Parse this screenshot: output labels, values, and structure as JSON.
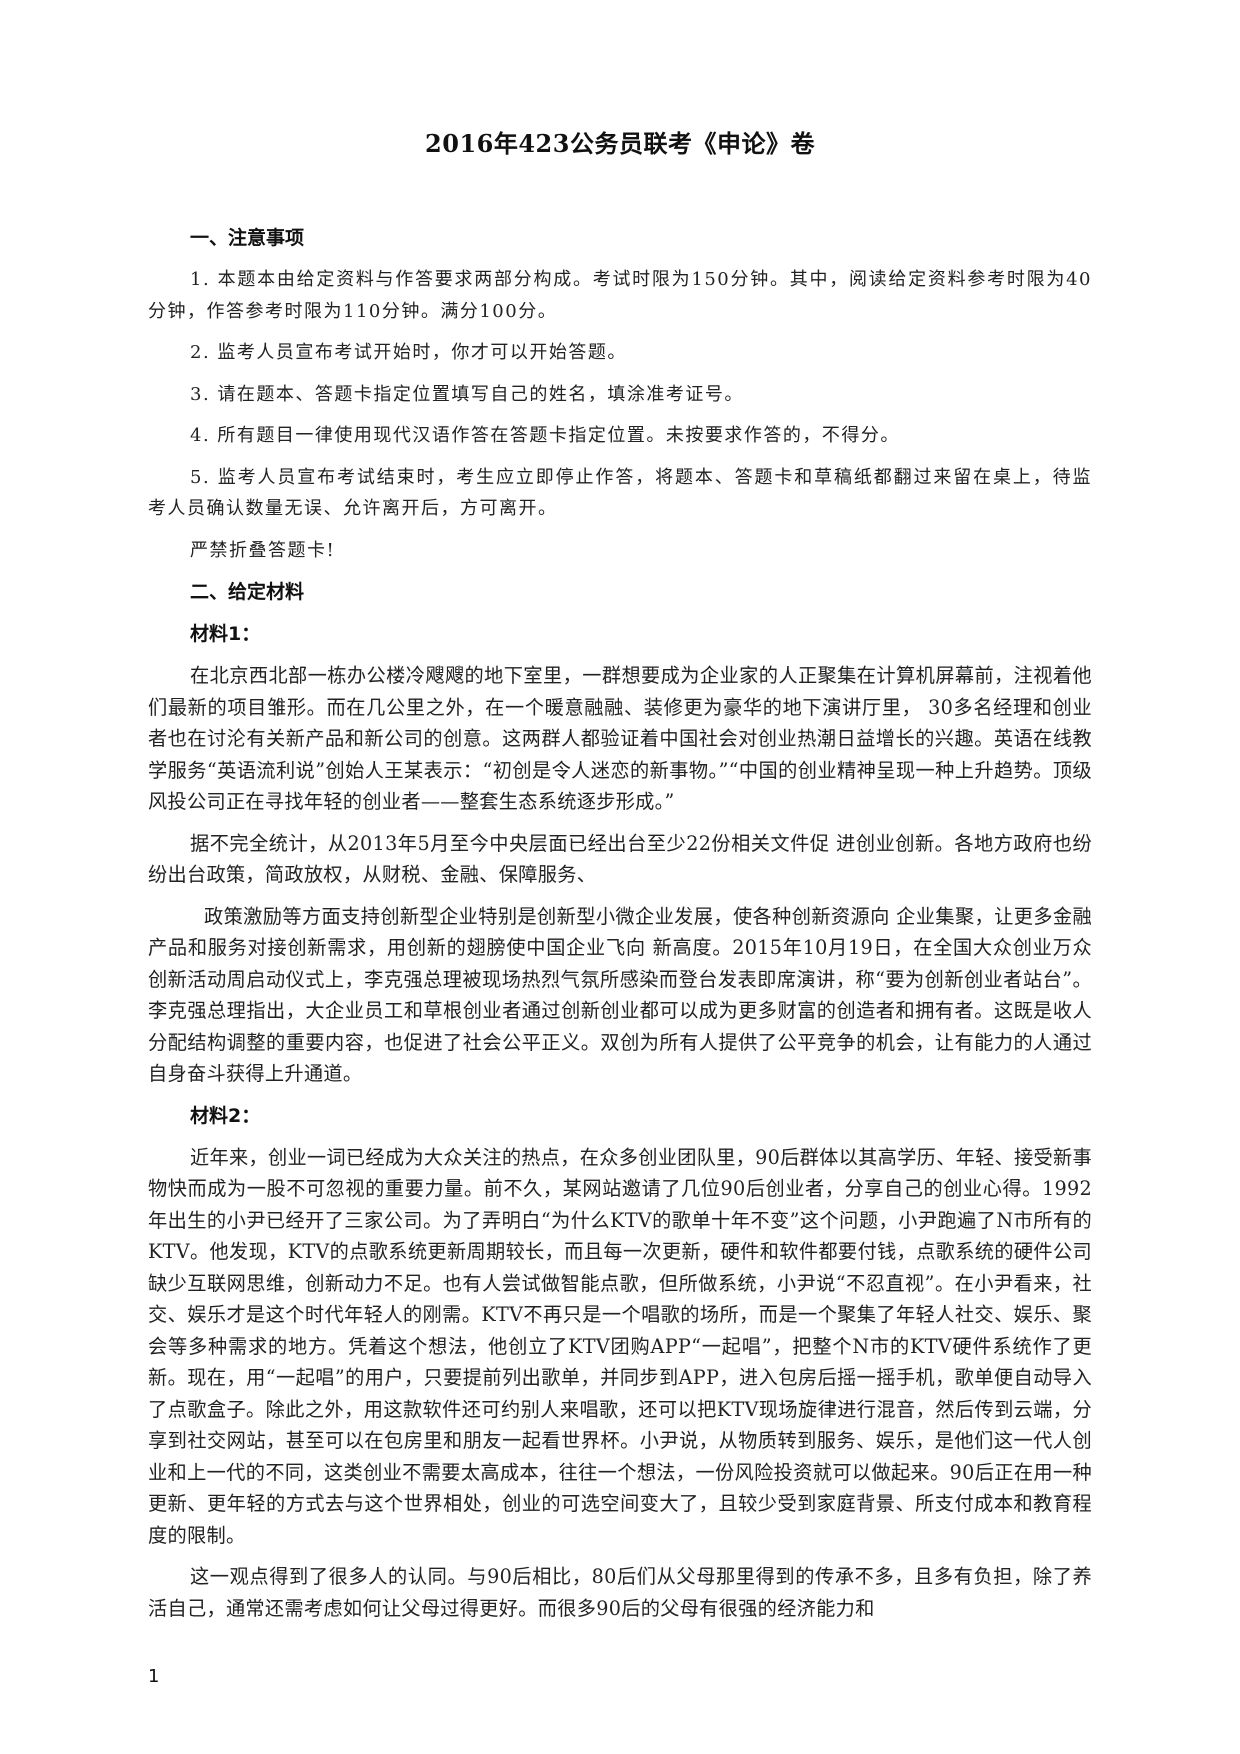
{
  "document": {
    "title": "2016年423公务员联考《申论》卷",
    "page_number": "1"
  },
  "section1": {
    "heading": "一、注意事项",
    "items": [
      "1. 本题本由给定资料与作答要求两部分构成。考试时限为150分钟。其中，阅读给定资料参考时限为40分钟，作答参考时限为110分钟。满分100分。",
      "2. 监考人员宣布考试开始时，你才可以开始答题。",
      "3. 请在题本、答题卡指定位置填写自己的姓名，填涂准考证号。",
      "4. 所有题目一律使用现代汉语作答在答题卡指定位置。未按要求作答的，不得分。",
      "5. 监考人员宣布考试结束时，考生应立即停止作答，将题本、答题卡和草稿纸都翻过来留在桌上，待监考人员确认数量无误、允许离开后，方可离开。",
      "严禁折叠答题卡!"
    ]
  },
  "section2": {
    "heading": "二、给定材料",
    "material1": {
      "heading": "材料1：",
      "paragraphs": [
        "在北京西北部一栋办公楼冷飕飕的地下室里，一群想要成为企业家的人正聚集在计算机屏幕前，注视着他们最新的项目雏形。而在几公里之外，在一个暖意融融、装修更为豪华的地下演讲厅里， 30多名经理和创业者也在讨沦有关新产品和新公司的创意。这两群人都验证着中国社会对创业热潮日益增长的兴趣。英语在线教学服务“英语流利说”创始人王某表示：“初创是令人迷恋的新事物。”“中国的创业精神呈现一种上升趋势。顶级风投公司正在寻找年轻的创业者——整套生态系统逐步形成。”",
        "据不完全统计，从2013年5月至今中央层面已经出台至少22份相关文件促 进创业创新。各地方政府也纷纷出台政策，简政放权，从财税、金融、保障服务、",
        "政策激励等方面支持创新型企业特别是创新型小微企业发展，使各种创新资源向 企业集聚，让更多金融产品和服务对接创新需求，用创新的翅膀使中国企业飞向 新高度。2015年10月19日，在全国大众创业万众创新活动周启动仪式上，李克强总理被现场热烈气氛所感染而登台发表即席演讲，称“要为创新创业者站台”。李克强总理指出，大企业员工和草根创业者通过创新创业都可以成为更多财富的创造者和拥有者。这既是收人分配结构调整的重要内容，也促进了社会公平正义。双创为所有人提供了公平竞争的机会，让有能力的人通过自身奋斗获得上升通道。"
      ]
    },
    "material2": {
      "heading": "材料2：",
      "paragraphs": [
        "近年来，创业一词已经成为大众关注的热点，在众多创业团队里，90后群体以其高学历、年轻、接受新事物快而成为一股不可忽视的重要力量。前不久，某网站邀请了几位90后创业者，分享自己的创业心得。1992年出生的小尹已经开了三家公司。为了弄明白“为什么KTV的歌单十年不变”这个问题，小尹跑遍了N市所有的KTV。他发现，KTV的点歌系统更新周期较长，而且每一次更新，硬件和软件都要付钱，点歌系统的硬件公司缺少互联网思维，创新动力不足。也有人尝试做智能点歌，但所做系统，小尹说“不忍直视”。在小尹看来，社交、娱乐才是这个时代年轻人的刚需。KTV不再只是一个唱歌的场所，而是一个聚集了年轻人社交、娱乐、聚会等多种需求的地方。凭着这个想法，他创立了KTV团购APP“一起唱”，把整个N市的KTV硬件系统作了更新。现在，用“一起唱”的用户，只要提前列出歌单，并同步到APP，进入包房后摇一摇手机，歌单便自动导入了点歌盒子。除此之外，用这款软件还可约别人来唱歌，还可以把KTV现场旋律进行混音，然后传到云端，分享到社交网站，甚至可以在包房里和朋友一起看世界杯。小尹说，从物质转到服务、娱乐，是他们这一代人创业和上一代的不同，这类创业不需要太高成本，往往一个想法，一份风险投资就可以做起来。90后正在用一种更新、更年轻的方式去与这个世界相处，创业的可选空间变大了，且较少受到家庭背景、所支付成本和教育程度的限制。",
        "这一观点得到了很多人的认同。与90后相比，80后们从父母那里得到的传承不多，且多有负担，除了养活自己，通常还需考虑如何让父母过得更好。而很多90后的父母有很强的经济能力和"
      ]
    }
  }
}
